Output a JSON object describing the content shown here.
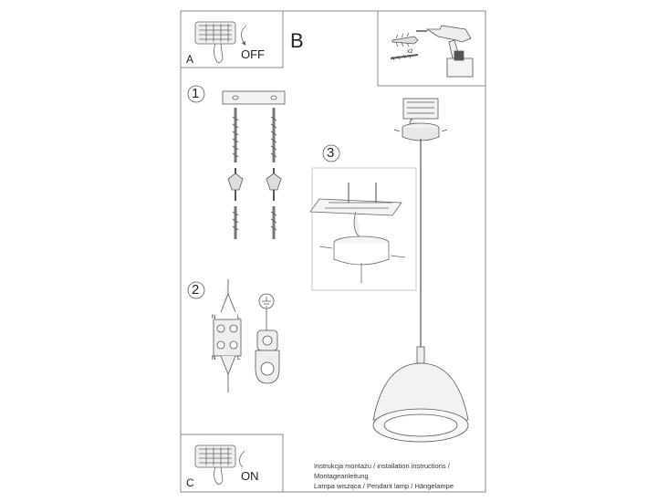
{
  "panels": {
    "a": {
      "letter": "A",
      "state": "OFF"
    },
    "b": {
      "letter": "B"
    },
    "c": {
      "letter": "C",
      "state": "ON"
    }
  },
  "tools": {
    "quantity": "x2"
  },
  "steps": [
    {
      "number": "1"
    },
    {
      "number": "2"
    },
    {
      "number": "3"
    }
  ],
  "wiring": {
    "top_left": "N",
    "top_right": "L",
    "bottom_left": "N",
    "bottom_right": "L"
  },
  "caption": {
    "line1": "Instrukcja montażu / installation instructions / Montageanleitung",
    "line2": "Lampa wisząca / Pendant lamp / Hängelampe"
  },
  "colors": {
    "line": "#555555",
    "frame": "#888888",
    "fill": "#e8e8e8"
  }
}
